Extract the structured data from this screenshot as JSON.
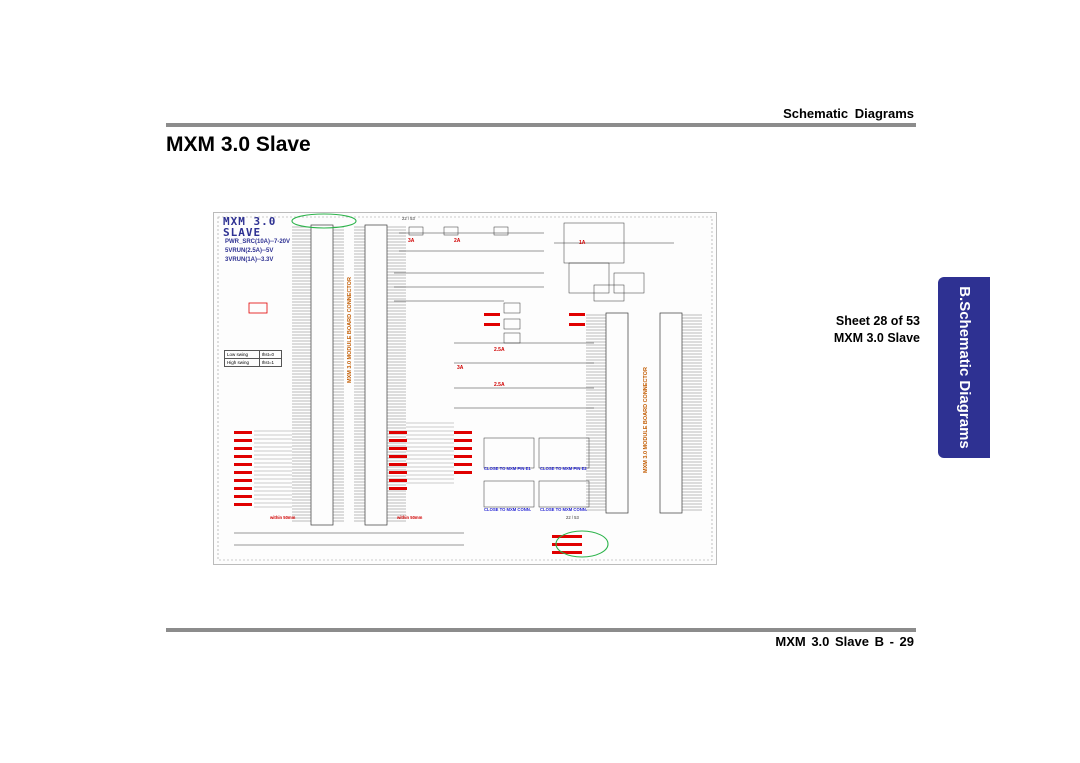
{
  "header": {
    "section_label": "Schematic  Diagrams"
  },
  "page_title": "MXM 3.0 Slave",
  "side_tab": {
    "label": "B.Schematic Diagrams"
  },
  "sheet_info": {
    "line1": "Sheet 28 of 53",
    "line2": "MXM 3.0 Slave"
  },
  "footer": {
    "label": "MXM 3.0 Slave  B  -  29"
  },
  "schematic": {
    "title_line1": "MXM 3.0",
    "title_line2": "SLAVE",
    "power_lines": [
      "PWR_SRC(10A)--7-20V",
      "5VRUN(2.5A)--5V",
      "3VRUN(1A)--3.3V"
    ],
    "mem_table": [
      [
        "Low swing",
        "Ihst=0"
      ],
      [
        "High swing",
        "Ihst=1"
      ]
    ],
    "connector_label": "MXM 3.0 MODULE BOARD CONNECTOR",
    "sheet_ref": "22 / 53",
    "current_labels": [
      "3A",
      "2A",
      "2.5A",
      "2.5A",
      "3A",
      "1A"
    ],
    "close_notes": [
      "CLOSE TO MXM PIN E1",
      "CLOSE TO MXM PIN E2",
      "CLOSE TO MXM CONN.",
      "CLOSE TO MXM CONN."
    ],
    "width_notes": [
      "within 50mm",
      "within 50mm"
    ]
  }
}
